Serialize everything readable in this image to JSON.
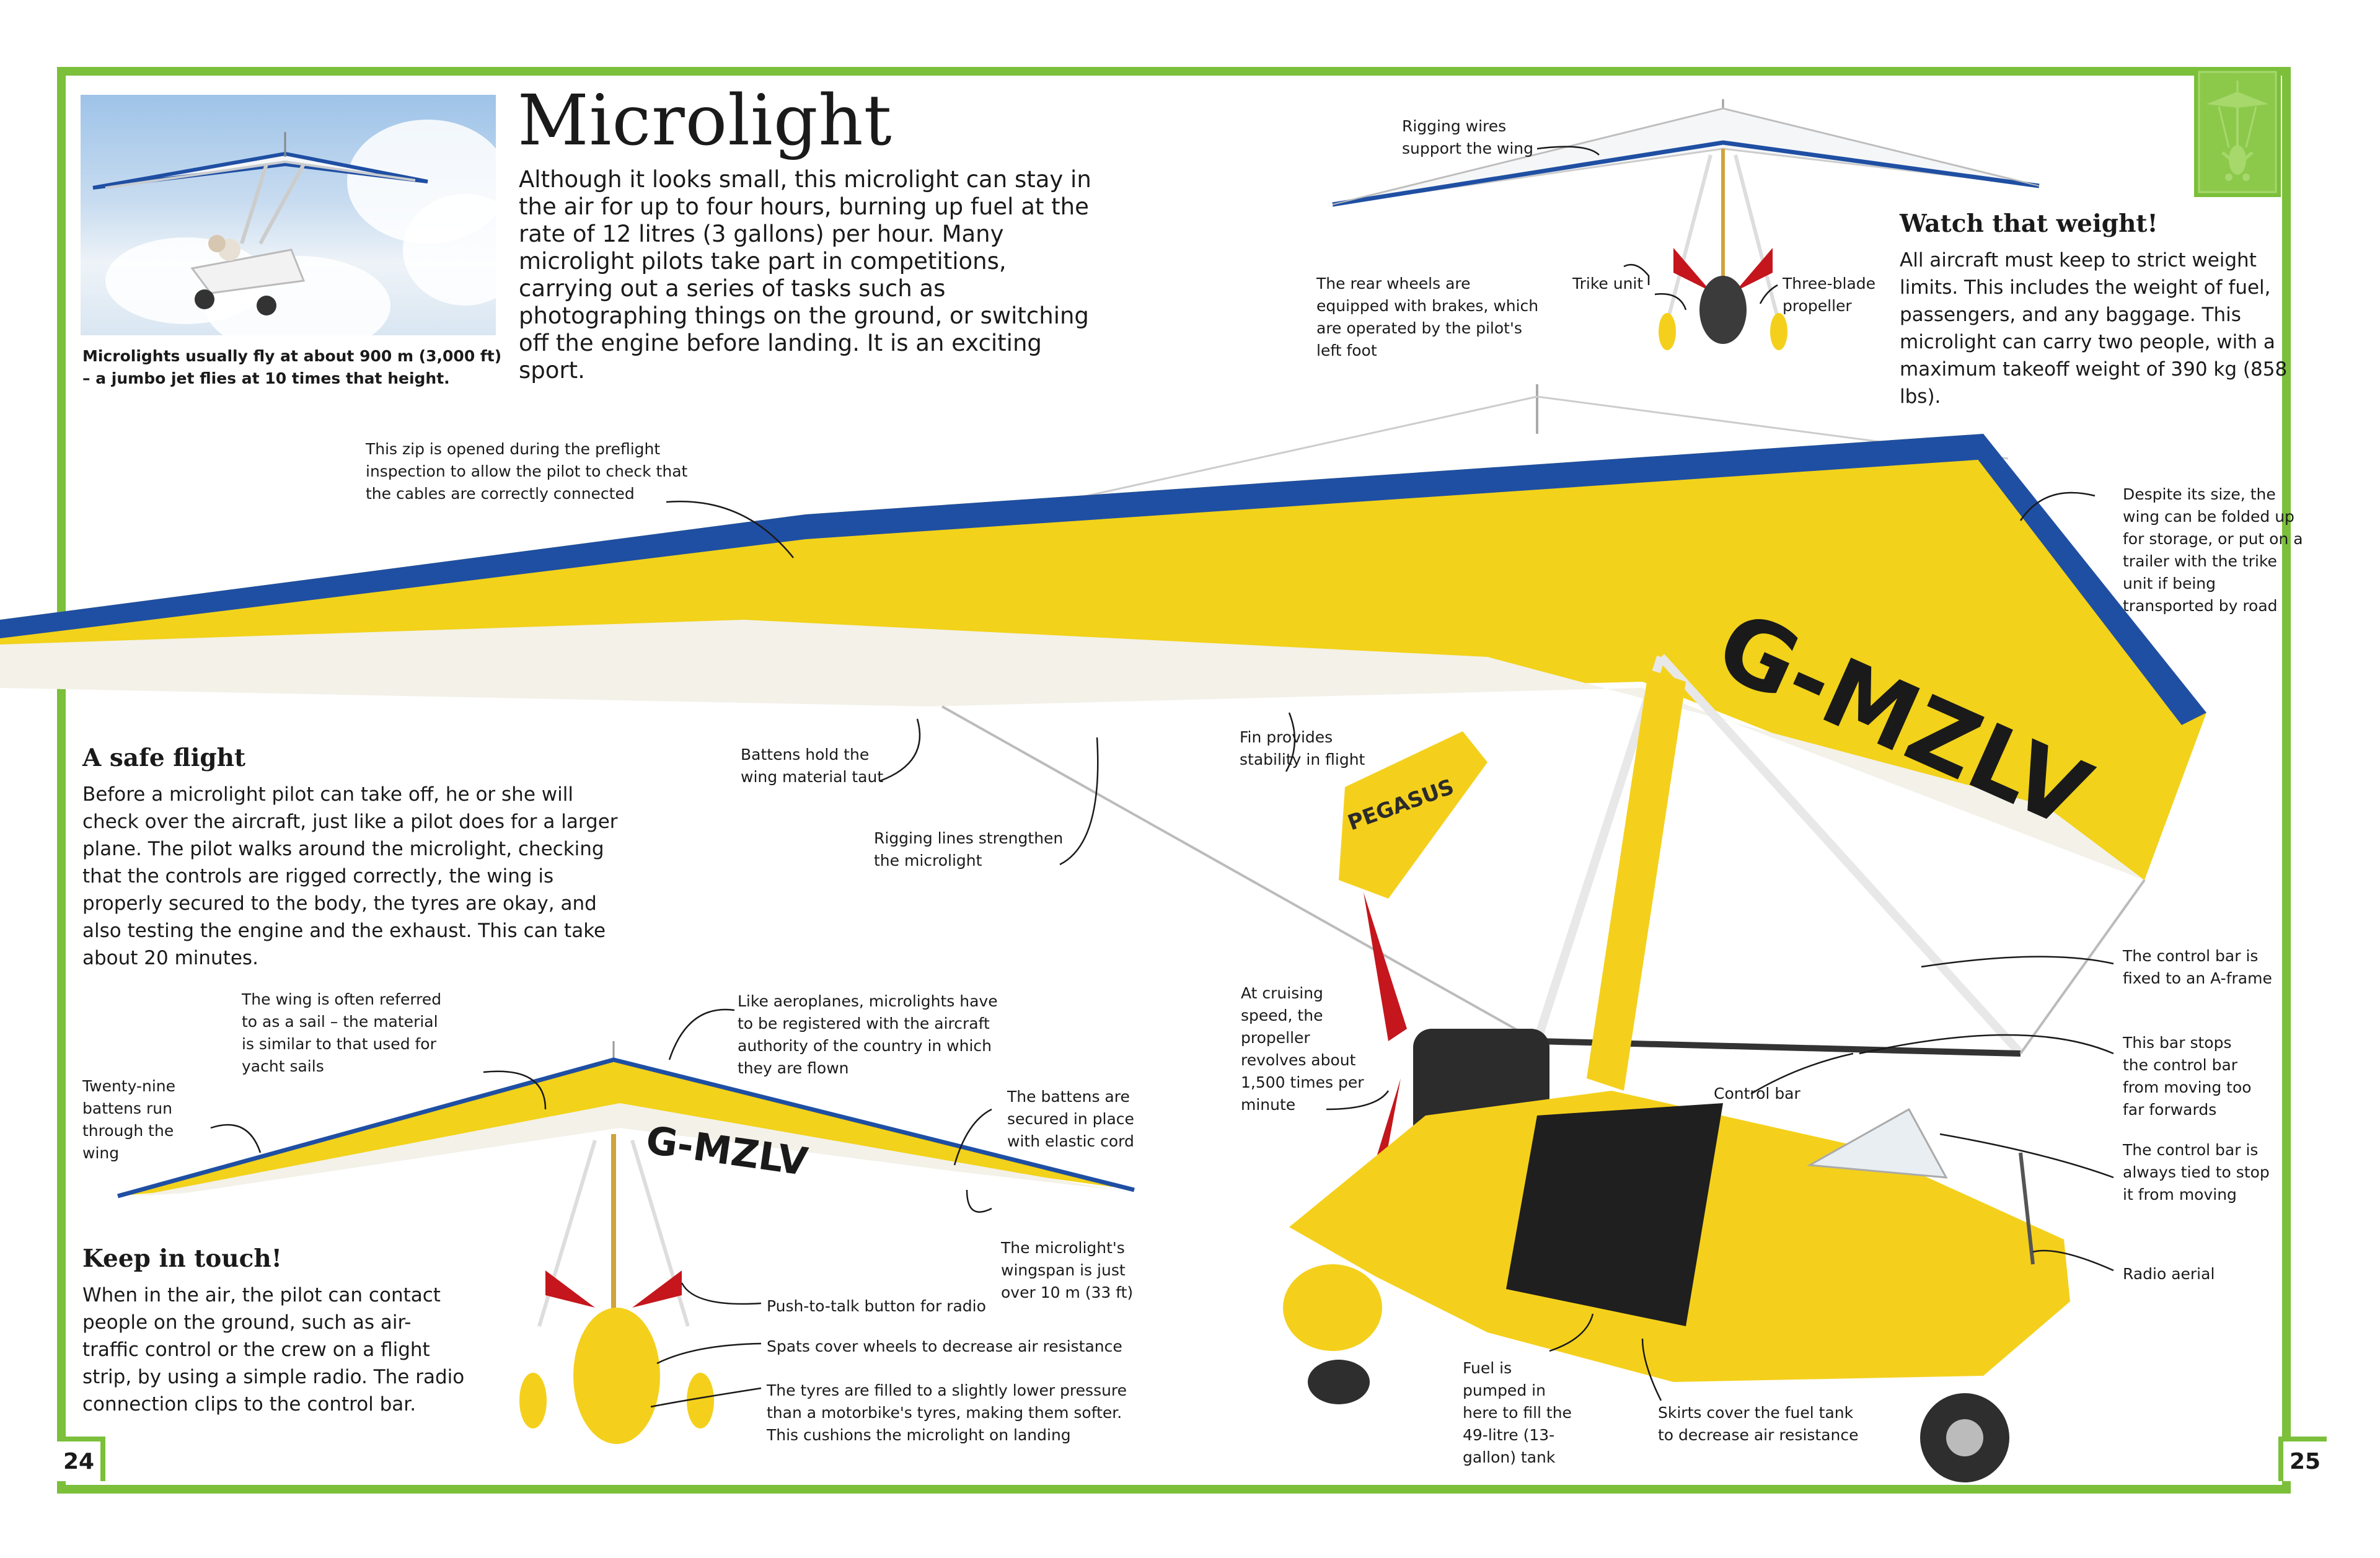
{
  "title": "Microlight",
  "intro": "Although it looks small, this microlight can stay in the air for up to four hours, burning up fuel at the rate of 12 litres (3 gallons) per hour. Many microlight pilots take part in competitions, carrying out a series of tasks such as photographing things on the ground, or switching off the engine before landing. It is an exciting sport.",
  "photo_caption": "Microlights usually fly at about 900 m (3,000 ft) – a jumbo jet flies at 10 times that height.",
  "sections": {
    "weight": {
      "heading": "Watch that weight!",
      "body": "All aircraft must keep to strict weight limits. This includes the weight of fuel, passengers, and any baggage. This microlight can carry two people, with a maximum takeoff weight of 390 kg (858 lbs)."
    },
    "safe_flight": {
      "heading": "A safe flight",
      "body": "Before a microlight pilot can take off, he or she will check over the aircraft, just like a pilot does for a larger plane. The pilot walks around the microlight, checking that the controls are rigged correctly, the wing is properly secured to the body, the tyres are okay, and also testing the engine and the exhaust. This can take about 20 minutes."
    },
    "keep_in_touch": {
      "heading": "Keep in touch!",
      "body": "When in the air, the pilot can contact people on the ground, such as air-traffic control or the crew on a flight strip, by using a simple radio. The radio connection clips to the control bar."
    }
  },
  "labels": {
    "rigging_wires": "Rigging wires support the wing",
    "rear_wheels": "The rear wheels are equipped with brakes, which are operated by the pilot's left foot",
    "trike_unit": "Trike unit",
    "three_blade": "Three-blade propeller",
    "zip": "This zip is opened during the preflight inspection to allow the pilot to check that the cables are correctly connected",
    "wing_folded": "Despite its size, the wing can be folded up for storage, or put on a trailer with the trike unit if being transported by road",
    "battens_hold": "Battens hold the wing material taut",
    "fin": "Fin provides stability in flight",
    "rigging_lines": "Rigging lines strengthen the microlight",
    "cruising": "At cruising speed, the propeller revolves about 1,500 times per minute",
    "control_bar_fixed": "The control bar is fixed to an A-frame",
    "bar_stops": "This bar stops the control bar from moving too far forwards",
    "control_bar": "Control bar",
    "control_bar_tied": "The control bar is always tied to stop it from moving",
    "radio_aerial": "Radio aerial",
    "fuel_pumped": "Fuel is pumped in here to fill the 49-litre (13-gallon) tank",
    "skirts": "Skirts cover the fuel tank to decrease air resistance",
    "sail": "The wing is often referred to as a sail – the material is similar to that used for yacht sails",
    "registered": "Like aeroplanes, microlights have to be registered with the aircraft authority of the country in which they are flown",
    "twenty_nine": "Twenty-nine battens run through the wing",
    "battens_secured": "The battens are secured in place with elastic cord",
    "wingspan": "The microlight's wingspan is just over 10 m (33 ft)",
    "push_to_talk": "Push-to-talk button for radio",
    "spats": "Spats cover wheels to decrease air resistance",
    "tyres": "The tyres are filled to a slightly lower pressure than a motorbike's tyres, making them softer. This cushions the microlight on landing"
  },
  "registration": "G-MZLV",
  "brand": "PEGASUS",
  "page_left": "24",
  "page_right": "25",
  "colors": {
    "frame": "#7bbf3a",
    "wing_yellow": "#f2d21a",
    "wing_blue": "#1f4fa3",
    "trike_yellow": "#f4d01c",
    "propeller_red": "#c4161c"
  }
}
